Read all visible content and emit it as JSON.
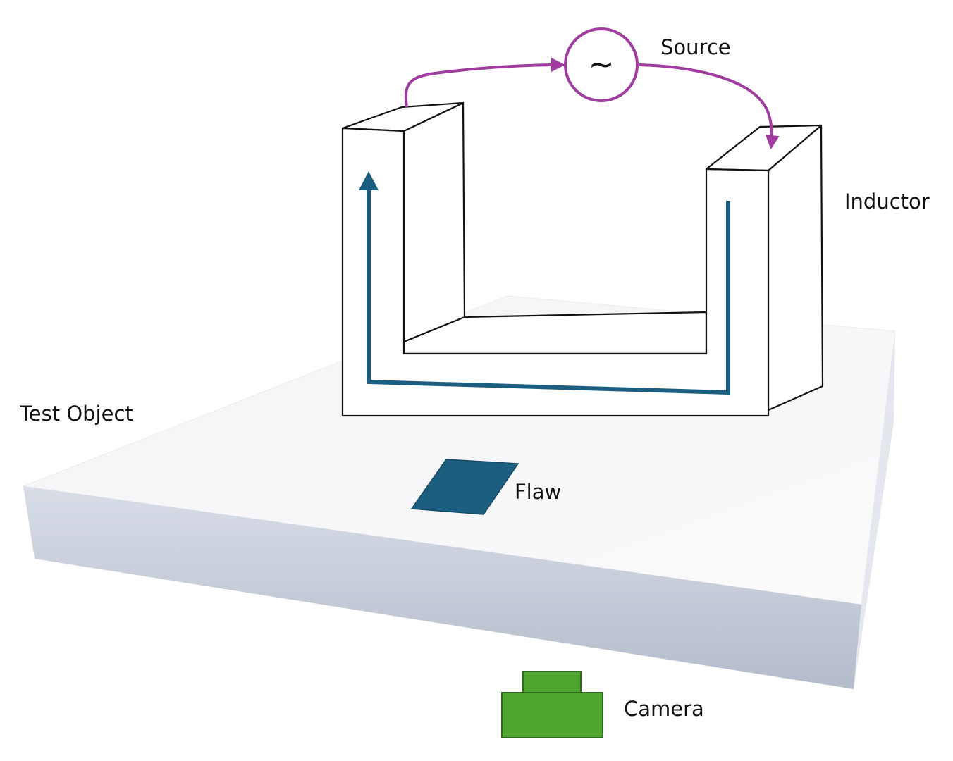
{
  "labels": {
    "source": "Source",
    "source_symbol": "~",
    "inductor": "Inductor",
    "test_object": "Test Object",
    "flaw": "Flaw",
    "camera": "Camera"
  },
  "colors": {
    "source_wire": "#A03BA0",
    "flux_path": "#1B5E80",
    "flaw": "#1B5E80",
    "camera": "#4FA52F",
    "camera_outline": "#2E6B1B",
    "plate_top": "#F6F6F8",
    "plate_side": "#BCC3D2",
    "outline": "#111111"
  }
}
